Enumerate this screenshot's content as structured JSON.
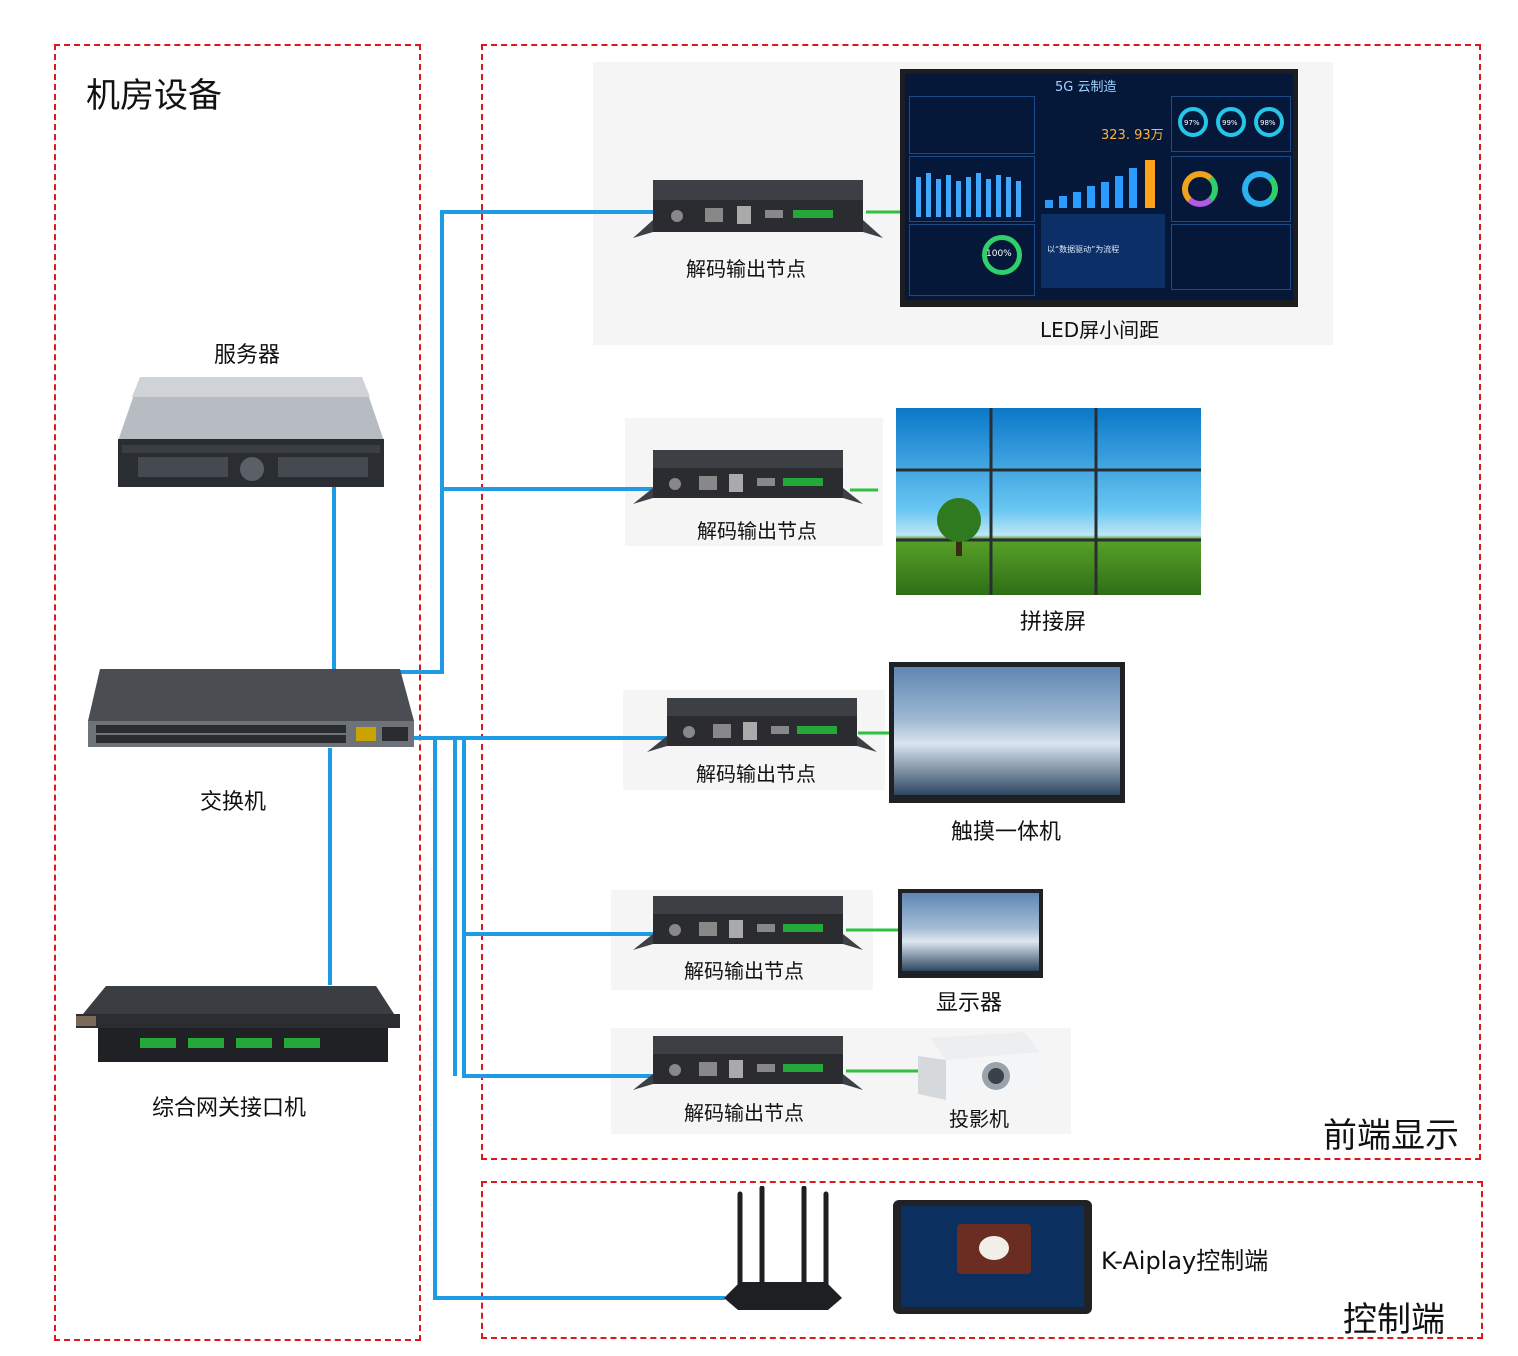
{
  "zones": {
    "machine_room": "机房设备",
    "frontend": "前端显示",
    "control": "控制端"
  },
  "devices": {
    "server": "服务器",
    "switch": "交换机",
    "gateway": "综合网关接口机",
    "decoder": "解码输出节点",
    "led": "LED屏小间距",
    "splice": "拼接屏",
    "touch": "触摸一体机",
    "monitor": "显示器",
    "projector": "投影机",
    "controller": "K-Aiplay控制端"
  },
  "led_screen": {
    "title": "5G 云制造",
    "big_value": "323. 93万",
    "rings": [
      "97%",
      "99%",
      "98%"
    ],
    "percent": "100%",
    "banner": "以“数据驱动”为流程"
  },
  "colors": {
    "network": "#1e9be3",
    "hdmi": "#2fc040",
    "zone_border": "#e0161b"
  }
}
